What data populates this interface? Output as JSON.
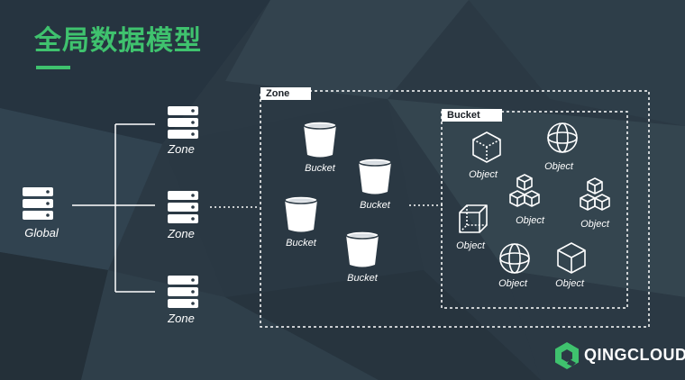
{
  "title": "全局数据模型",
  "global": {
    "label": "Global"
  },
  "zones": [
    {
      "label": "Zone"
    },
    {
      "label": "Zone"
    },
    {
      "label": "Zone"
    }
  ],
  "zone_box": {
    "label": "Zone"
  },
  "buckets": [
    {
      "label": "Bucket"
    },
    {
      "label": "Bucket"
    },
    {
      "label": "Bucket"
    },
    {
      "label": "Bucket"
    }
  ],
  "bucket_box": {
    "label": "Bucket"
  },
  "objects": [
    {
      "label": "Object",
      "icon": "box-icon"
    },
    {
      "label": "Object",
      "icon": "sphere-icon"
    },
    {
      "label": "Object",
      "icon": "stacked-boxes-icon"
    },
    {
      "label": "Object",
      "icon": "stacked-boxes-icon"
    },
    {
      "label": "Object",
      "icon": "cube-icon"
    },
    {
      "label": "Object",
      "icon": "sphere-icon"
    },
    {
      "label": "Object",
      "icon": "box-icon"
    }
  ],
  "logo": {
    "text": "QINGCLOUD"
  },
  "colors": {
    "accent": "#3fc26e",
    "background": "#2c3a45",
    "foreground": "#ffffff"
  }
}
